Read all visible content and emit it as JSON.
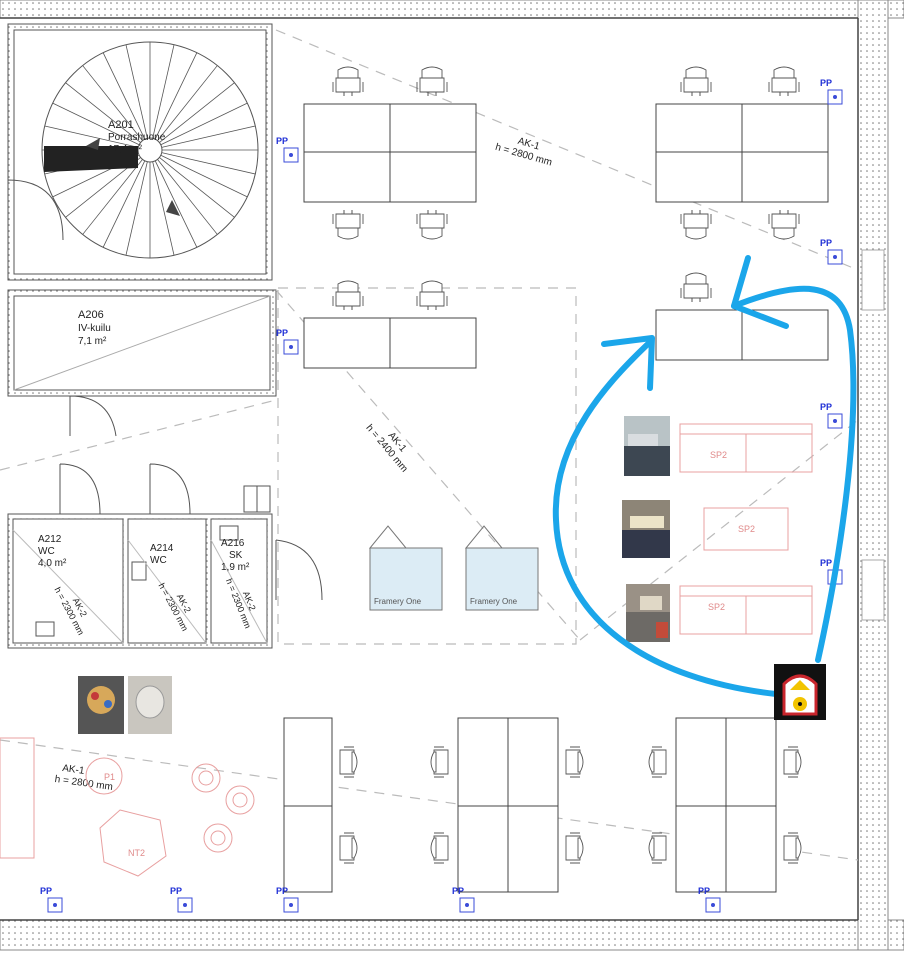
{
  "rooms": {
    "stair": {
      "code": "A201",
      "name": "Porrashuone",
      "area": "17,4 m²"
    },
    "corridor": {
      "code": "A206",
      "name": "IV-kuilu",
      "area": "7,1 m²"
    },
    "wc1": {
      "code": "A212",
      "name": "WC",
      "area": "4,0 m²"
    },
    "wc2": {
      "code": "A214",
      "name": "WC",
      "area": ""
    },
    "storage": {
      "code": "A216",
      "name": "SK",
      "area": "1,9 m²"
    }
  },
  "ceiling_labels": {
    "ak1_top": {
      "name": "AK-1",
      "height": "h = 2800 mm"
    },
    "ak1_mid": {
      "name": "AK-1",
      "height": "h = 2400 mm"
    },
    "ak1_bottom": {
      "name": "AK-1",
      "height": "h = 2800 mm"
    },
    "ak2_a": {
      "name": "AK-2",
      "height": "h = 2300 mm"
    },
    "ak2_b": {
      "name": "AK-2",
      "height": "h = 2300 mm"
    },
    "ak2_c": {
      "name": "AK-2",
      "height": "h = 2300 mm"
    }
  },
  "pods": {
    "left": "Framery One",
    "right": "Framery One"
  },
  "furniture_labels": {
    "sofa_top": "SP2",
    "table_mid": "SP2",
    "sofa_bottom": "SP2",
    "low_table": "NT2",
    "side_p1": "P1"
  },
  "socket_label": "PP",
  "colors": {
    "accent_arrow": "#1ba6ea",
    "socket": "#1f2fd6",
    "furniture_red": "#e08a8a"
  },
  "icons": [
    "radiation-warning-icon"
  ]
}
